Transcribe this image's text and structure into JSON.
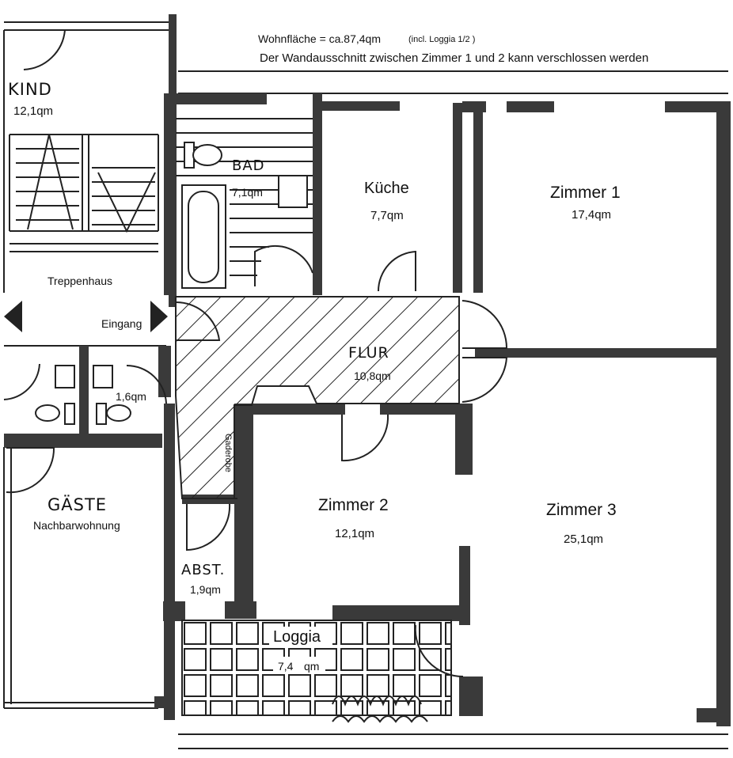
{
  "header": {
    "area_summary": "Wohnfläche = ca.87,4qm",
    "area_note": "(incl. Loggia 1/2 )",
    "wall_note": "Der Wandausschnitt zwischen Zimmer 1 und 2 kann verschlossen werden"
  },
  "rooms": {
    "kind": {
      "name": "KIND",
      "area": "12,1qm"
    },
    "bad": {
      "name": "BAD",
      "area": "7,1qm"
    },
    "kueche": {
      "name": "Küche",
      "area": "7,7qm"
    },
    "zimmer1": {
      "name": "Zimmer 1",
      "area": "17,4qm"
    },
    "treppenhaus": {
      "name": "Treppenhaus"
    },
    "eingang": {
      "name": "Eingang"
    },
    "flur": {
      "name": "FLUR",
      "area": "10,8qm"
    },
    "wc": {
      "area": "1,6qm"
    },
    "gaderobe": {
      "name": "Gaderobe"
    },
    "zimmer2": {
      "name": "Zimmer 2",
      "area": "12,1qm"
    },
    "zimmer3": {
      "name": "Zimmer 3",
      "area": "25,1qm"
    },
    "gaeste": {
      "name": "GÄSTE",
      "sub": "Nachbarwohnung"
    },
    "abst": {
      "name": "ABST.",
      "area": "1,9qm"
    },
    "loggia": {
      "name": "Loggia",
      "area": "7,4",
      "unit": "qm"
    }
  },
  "colors": {
    "wall": "#3a3a3a",
    "line": "#222222",
    "background": "#ffffff"
  }
}
